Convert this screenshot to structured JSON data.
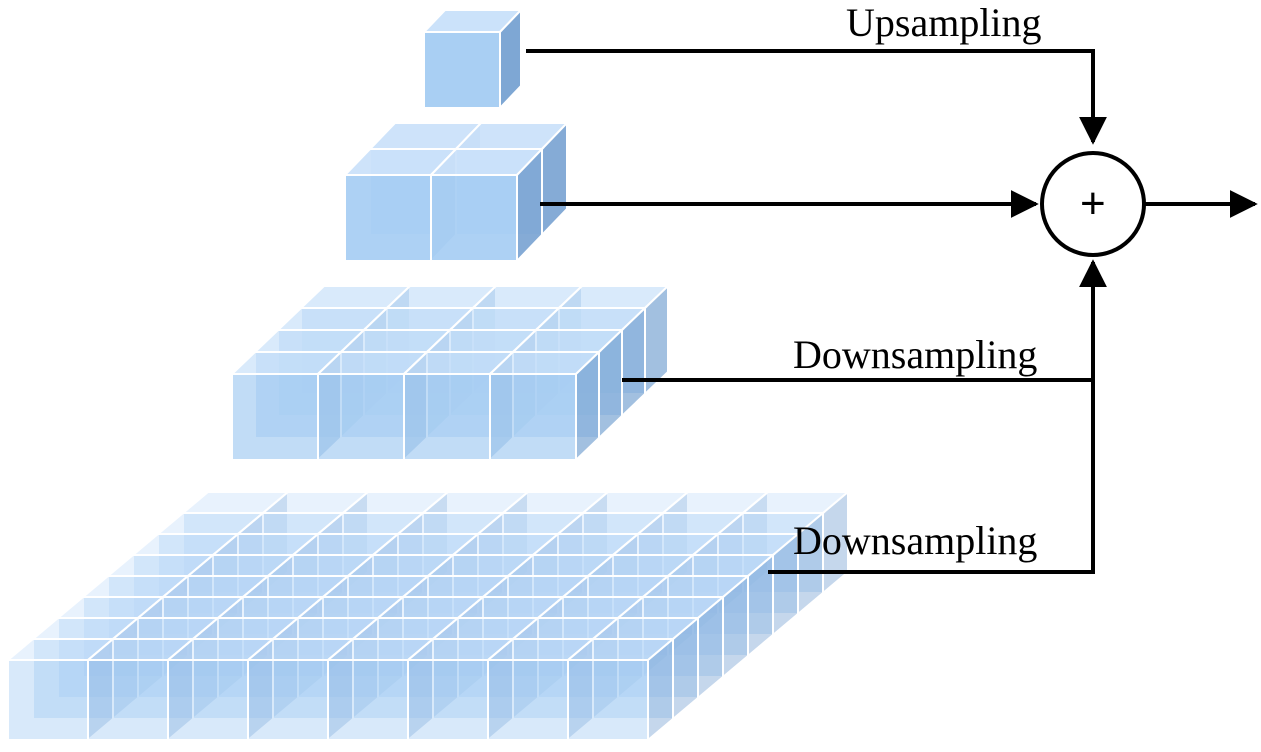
{
  "labels": {
    "upsampling": "Upsampling",
    "downsampling_1": "Downsampling",
    "downsampling_2": "Downsampling",
    "operator": "+"
  },
  "pyramid": {
    "levels": [
      {
        "name": "level-1x1",
        "grid": 1
      },
      {
        "name": "level-2x2",
        "grid": 2
      },
      {
        "name": "level-4x4",
        "grid": 4
      },
      {
        "name": "level-8x8",
        "grid": 8
      }
    ]
  },
  "colors": {
    "cube_front": "#a9cff3",
    "cube_top": "#cbe2fa",
    "cube_side": "#7ea7d4",
    "cube_edge": "#ffffff",
    "line": "#000000"
  }
}
